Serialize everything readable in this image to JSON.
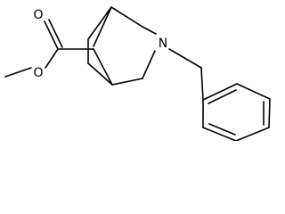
{
  "molecule": {
    "atoms": {
      "o1": "O",
      "o2": "O",
      "n": "N"
    },
    "colors": {
      "bond": "#000000",
      "label": "#000000",
      "background": "#ffffff"
    }
  }
}
